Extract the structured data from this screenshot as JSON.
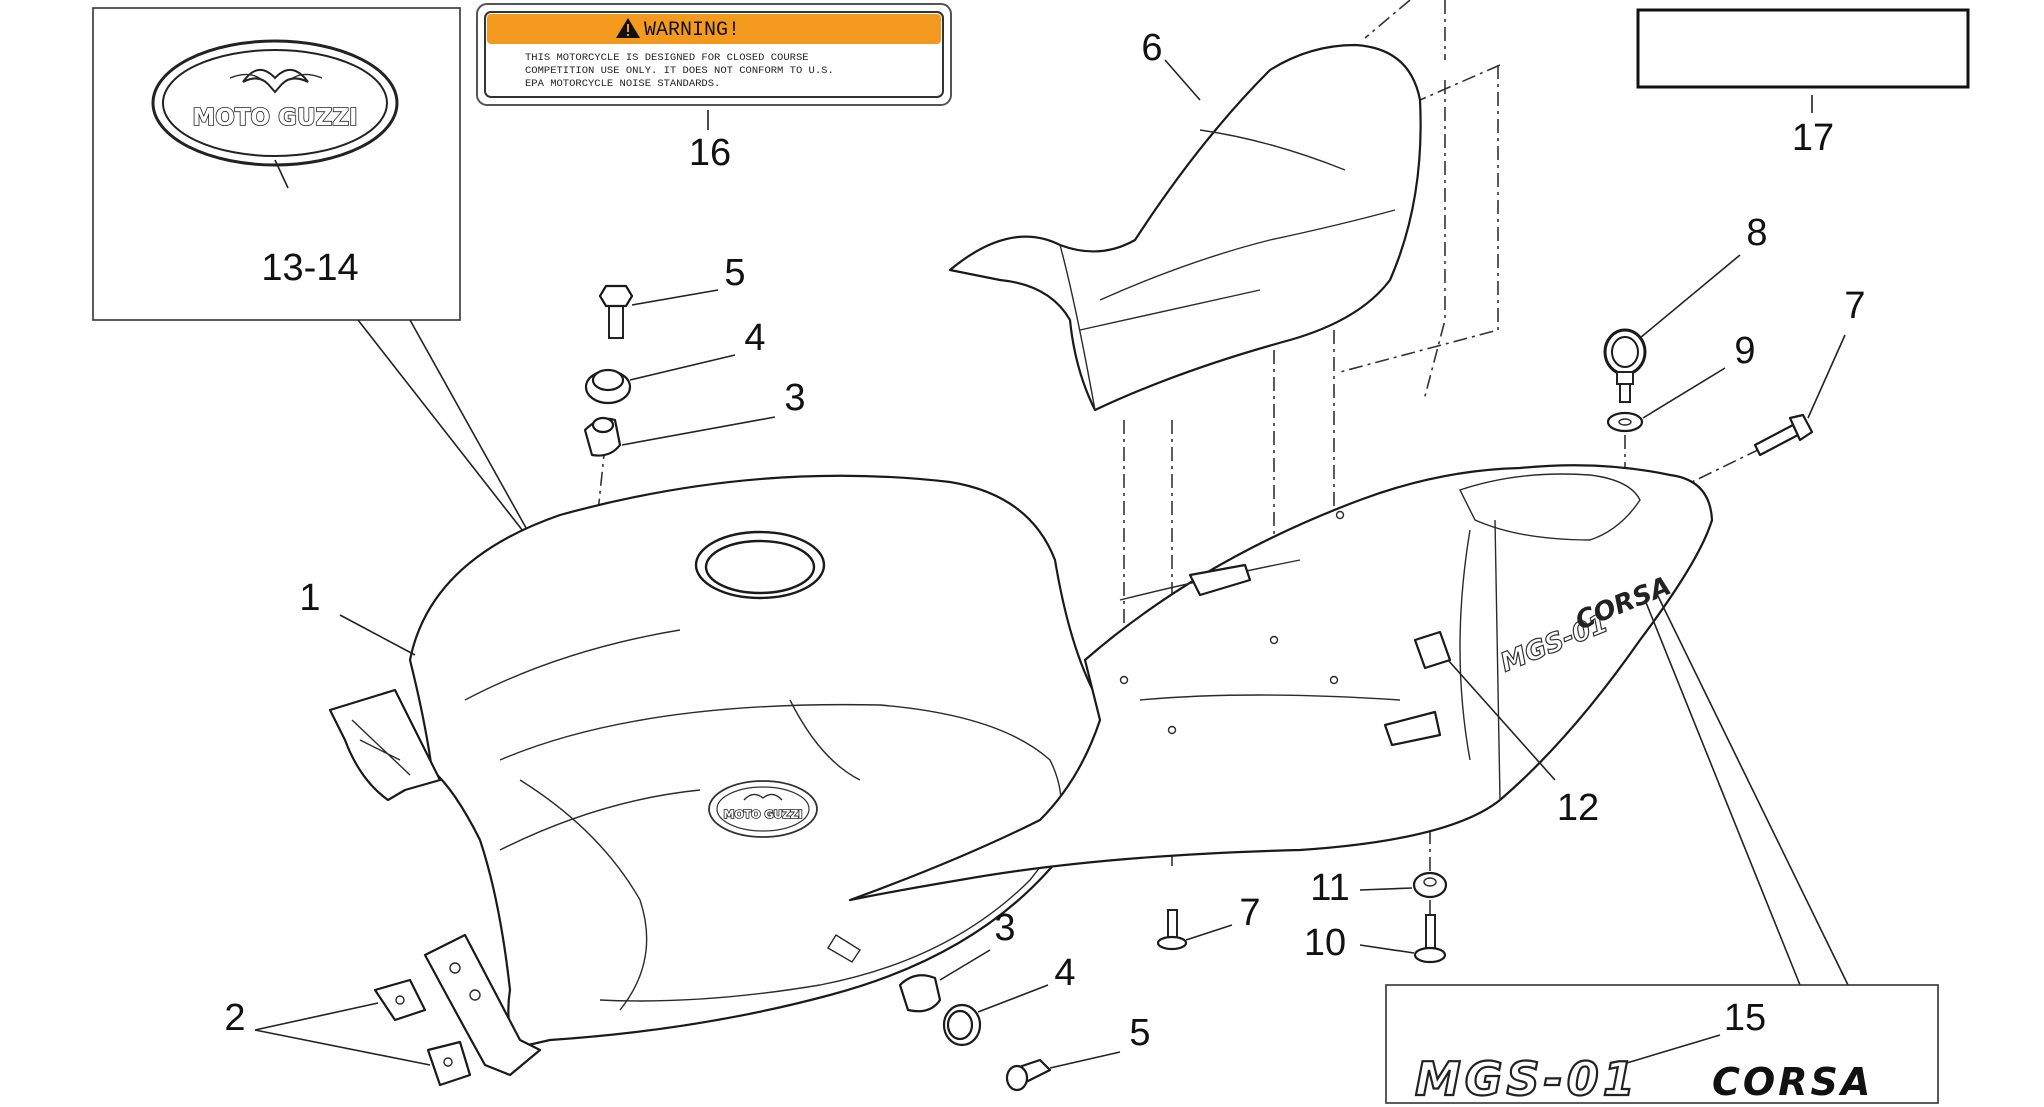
{
  "callouts": {
    "c1": "1",
    "c2": "2",
    "c3a": "3",
    "c3b": "3",
    "c4a": "4",
    "c4b": "4",
    "c5a": "5",
    "c5b": "5",
    "c6": "6",
    "c7a": "7",
    "c7b": "7",
    "c8": "8",
    "c9": "9",
    "c10": "10",
    "c11": "11",
    "c12": "12",
    "c1314": "13-14",
    "c15": "15",
    "c16": "16",
    "c17": "17"
  },
  "warning_label": {
    "title": "WARNING!",
    "line1": "THIS MOTORCYCLE IS DESIGNED FOR CLOSED COURSE",
    "line2": "COMPETITION USE ONLY. IT DOES NOT CONFORM TO U.S.",
    "line3": "EPA MOTORCYCLE NOISE STANDARDS."
  },
  "logo": {
    "brand": "MOTO GUZZI"
  },
  "model_decal": {
    "model": "MGS-01",
    "variant": "CORSA"
  },
  "colors": {
    "warning_header": "#f39a1e",
    "warning_border": "#444444",
    "line": "#1a1a1a"
  }
}
